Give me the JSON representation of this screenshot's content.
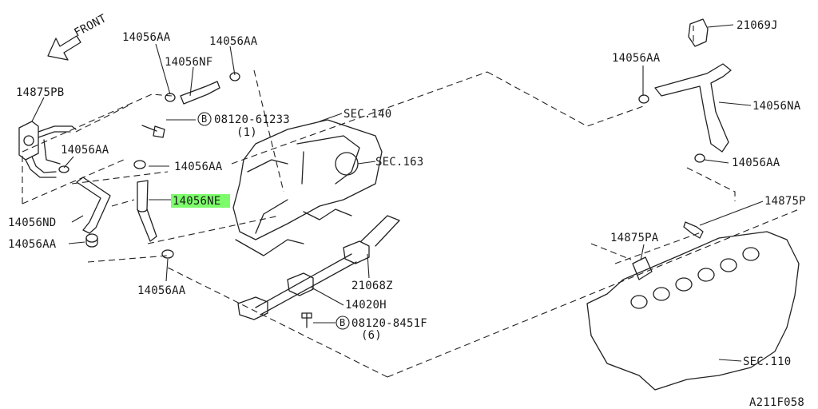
{
  "diagram": {
    "figure_id": "A211F058",
    "direction_label": "FRONT",
    "highlight_color": "#7CFC6A",
    "callouts": {
      "c1": "14056AA",
      "c2": "14056AA",
      "c3": "14056NF",
      "c4": "14875PB",
      "c5": "08120-61233",
      "c5q": "(1)",
      "c6": "SEC.140",
      "c7": "14056AA",
      "c8": "SEC.163",
      "c9": "14056AA",
      "c10": "14056NE",
      "c11": "14056ND",
      "c12": "14056AA",
      "c13": "14056AA",
      "c14": "21068Z",
      "c15": "14020H",
      "c16": "08120-8451F",
      "c16q": "(6)",
      "c17": "21069J",
      "c18": "14056AA",
      "c19": "14056NA",
      "c20": "14056AA",
      "c21": "14875P",
      "c22": "14875PA",
      "c23": "SEC.110"
    },
    "bolt_marker": "B"
  }
}
